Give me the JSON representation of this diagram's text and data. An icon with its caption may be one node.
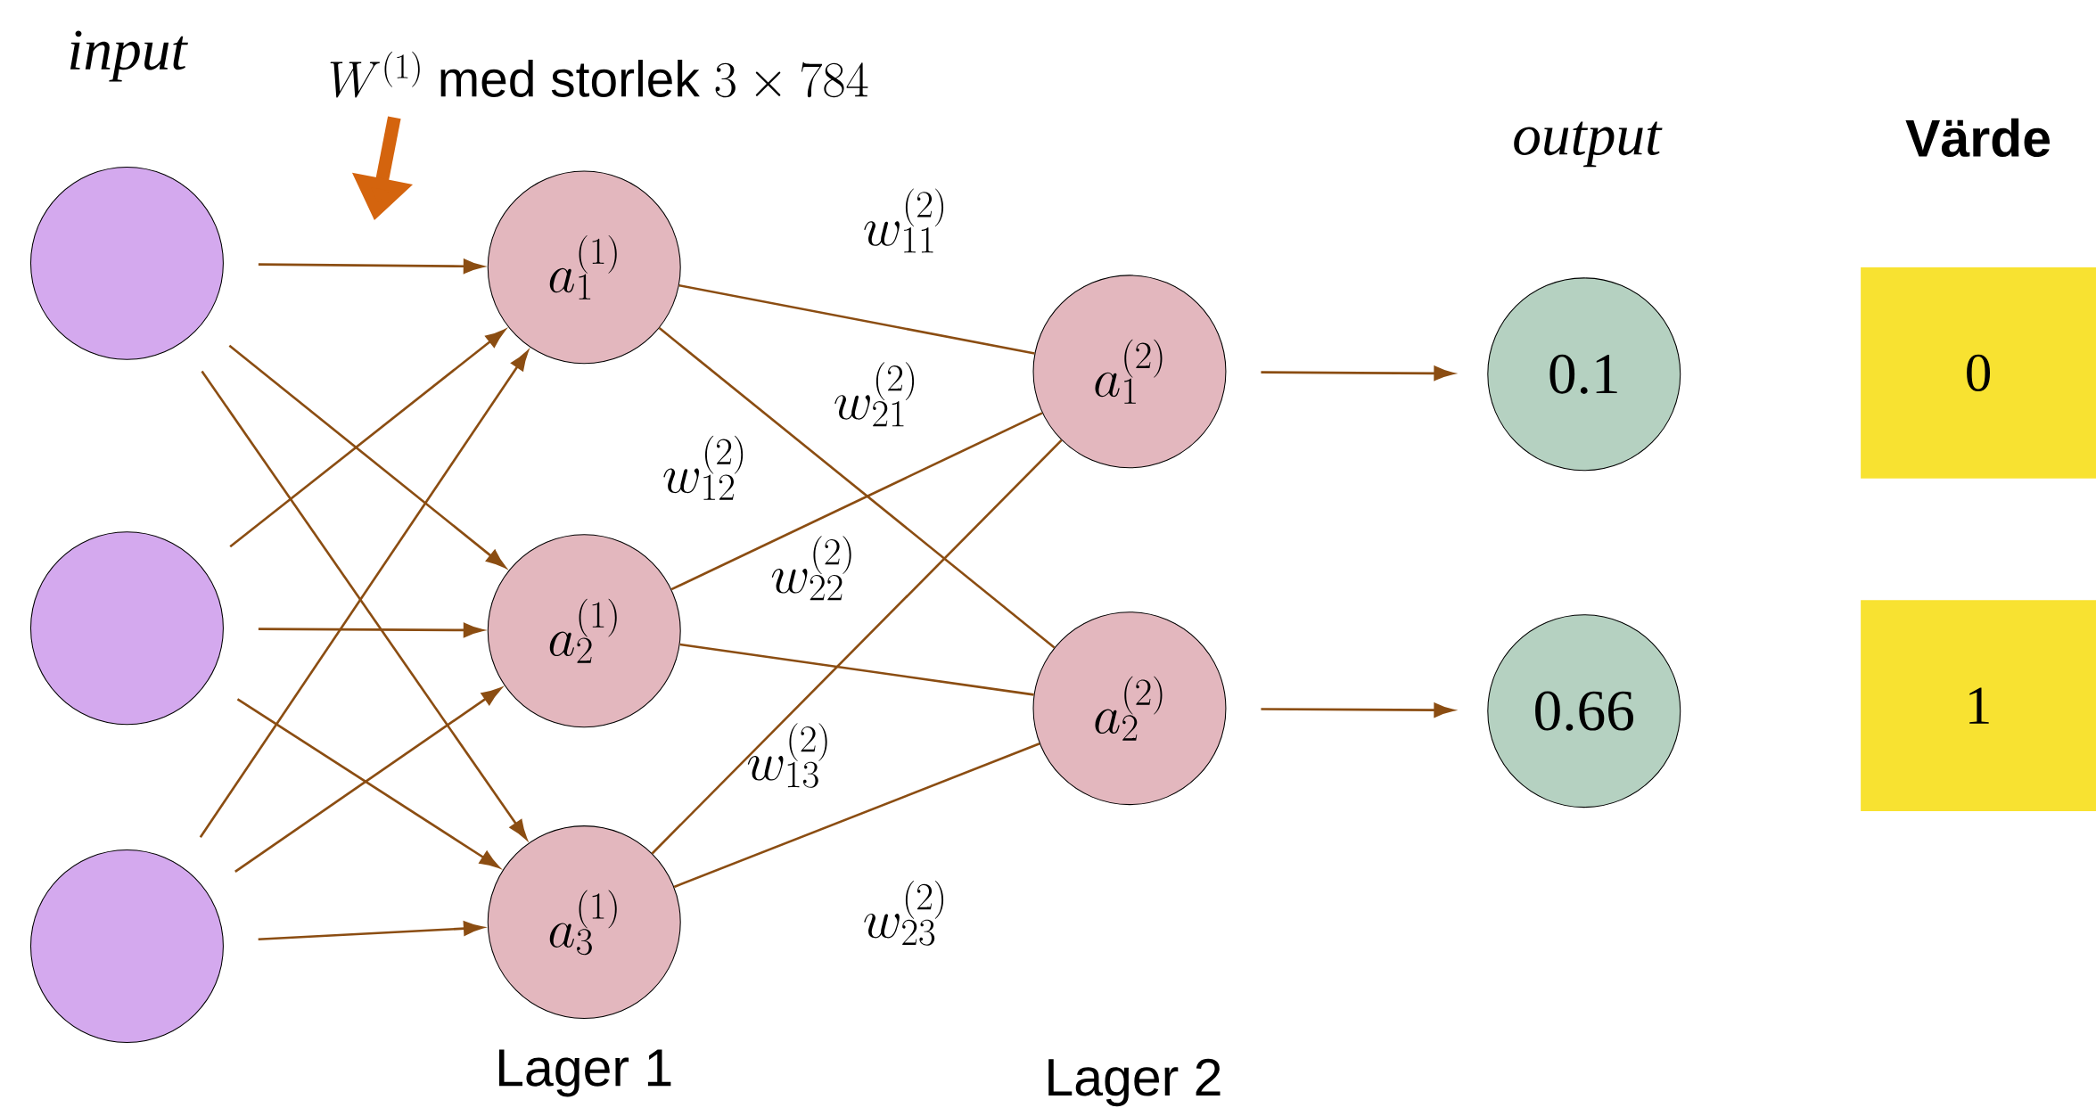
{
  "diagram": {
    "nodes": [
      {
        "text": [],
        "shape": "circle"
      },
      {
        "text": [],
        "shape": "circle"
      },
      {
        "text": [],
        "shape": "circle"
      },
      {
        "text": [
          "a^{(1)}_1"
        ]
      },
      {
        "text": [
          "a^{(1)}_2"
        ]
      },
      {
        "text": [
          "a^{(1)}_3"
        ]
      },
      {
        "text": [
          "a^{(2)}_1"
        ]
      },
      {
        "text": [
          "a^{(2)}_2"
        ]
      },
      {
        "text": [
          "0.1"
        ]
      },
      {
        "text": [
          "0.66"
        ]
      },
      {
        "text": [
          "0"
        ]
      },
      {
        "text": [
          "1"
        ]
      }
    ],
    "edges": [
      {
        "from": 0,
        "to": 3,
        "arrow": "to"
      },
      {
        "from": 0,
        "to": 4,
        "arrow": "to"
      },
      {
        "from": 0,
        "to": 5,
        "arrow": "to"
      },
      {
        "from": 1,
        "to": 3,
        "arrow": "to"
      },
      {
        "from": 1,
        "to": 4,
        "arrow": "to"
      },
      {
        "from": 1,
        "to": 5,
        "arrow": "to"
      },
      {
        "from": 2,
        "to": 3,
        "arrow": "to"
      },
      {
        "from": 2,
        "to": 4,
        "arrow": "to"
      },
      {
        "from": 2,
        "to": 5,
        "arrow": "to"
      },
      {
        "from": 3,
        "to": 6,
        "arrow": "none"
      },
      {
        "from": 3,
        "to": 7,
        "arrow": "none"
      },
      {
        "from": 4,
        "to": 6,
        "arrow": "none"
      },
      {
        "from": 4,
        "to": 7,
        "arrow": "none"
      },
      {
        "from": 5,
        "to": 6,
        "arrow": "none"
      },
      {
        "from": 5,
        "to": 7,
        "arrow": "none"
      },
      {
        "from": 6,
        "to": 8,
        "arrow": "to"
      },
      {
        "from": 7,
        "to": 9,
        "arrow": "to"
      }
    ],
    "labels": [
      "input",
      "W^{(1)}\\mbox{ med storlek }3\\times 784",
      "output",
      "Värde",
      "w^{(2)}_{11}",
      "w^{(2)}_{21}",
      "w^{(2)}_{12}",
      "w^{(2)}_{22}",
      "w^{(2)}_{13}",
      "w^{(2)}_{23}",
      "Lager 1",
      "Lager 2"
    ]
  }
}
